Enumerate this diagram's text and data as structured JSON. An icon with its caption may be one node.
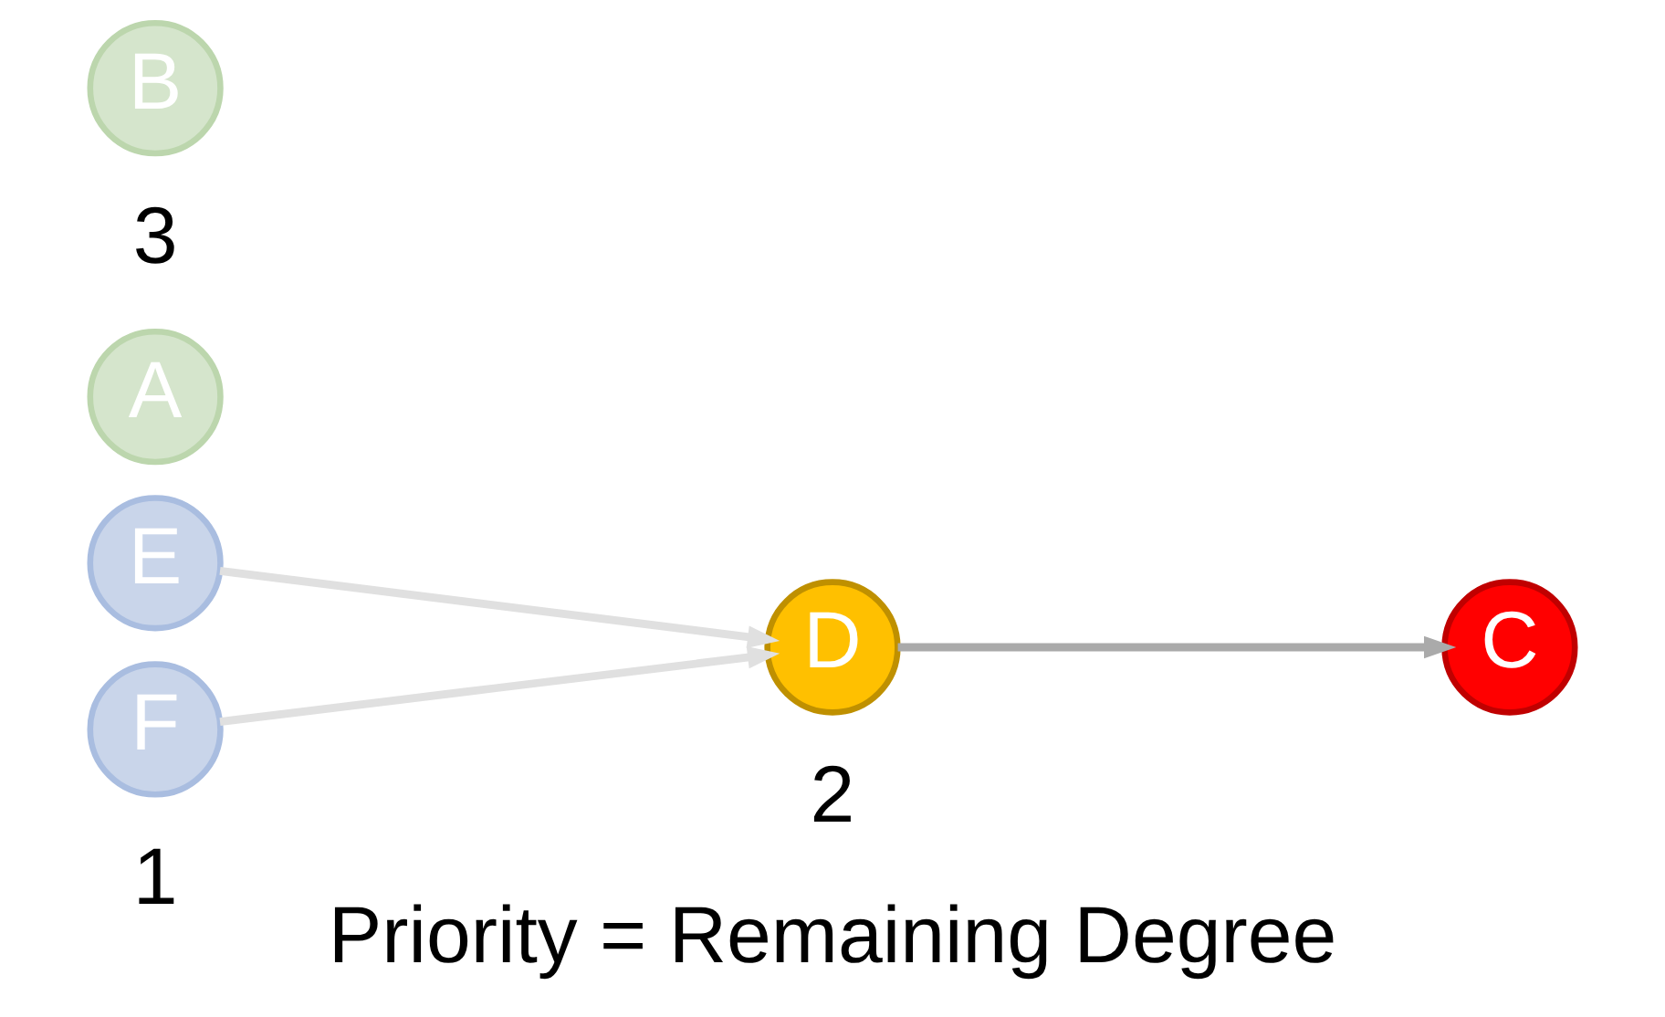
{
  "diagram": {
    "nodes": [
      {
        "text": [
          "C"
        ]
      },
      {
        "text": [
          "E"
        ]
      },
      {
        "text": [
          "A"
        ]
      },
      {
        "text": [
          "F"
        ]
      },
      {
        "text": [
          "D"
        ]
      },
      {
        "text": [
          "B"
        ]
      }
    ],
    "edges": [
      {
        "from": 1,
        "to": 4,
        "arrow": "to"
      },
      {
        "from": 3,
        "to": 4,
        "arrow": "to"
      },
      {
        "from": 4,
        "to": 0,
        "arrow": "to",
        "color": "#aaaaaa"
      }
    ],
    "labels": [
      "1",
      "2",
      "3",
      "Priority = Remaining Degree"
    ]
  }
}
